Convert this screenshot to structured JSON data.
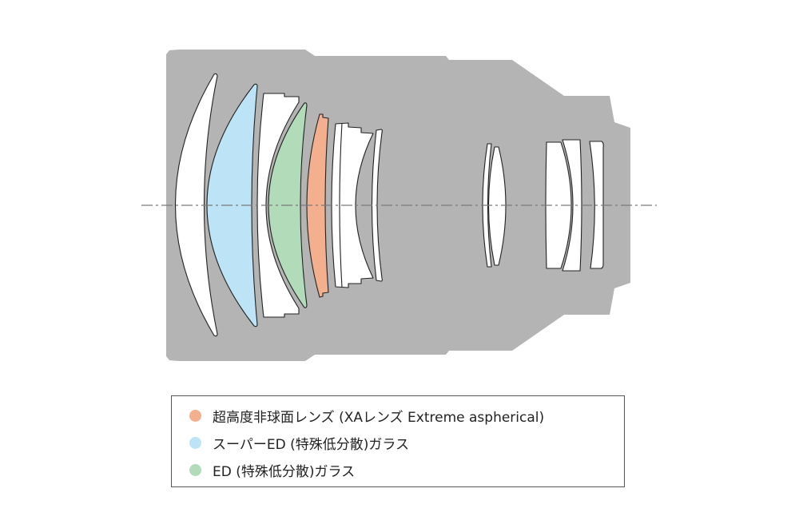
{
  "colors": {
    "body": "#b4b4b5",
    "xa_lens": "#f4b08e",
    "super_ed": "#bde3f7",
    "ed": "#b2dbb9",
    "plain_lens": "#ffffff",
    "axis": "#7a7a7a"
  },
  "legend": {
    "items": [
      {
        "label": "超高度非球面レンズ (XAレンズ Extreme aspherical)",
        "color": "#f4b08e"
      },
      {
        "label": "スーパーED (特殊低分散)ガラス",
        "color": "#bde3f7"
      },
      {
        "label": "ED (特殊低分散)ガラス",
        "color": "#b2dbb9"
      }
    ]
  }
}
